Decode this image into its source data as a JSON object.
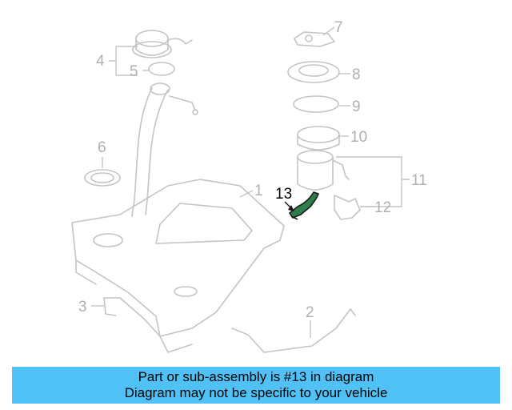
{
  "callouts": {
    "c1": "1",
    "c2": "2",
    "c3": "3",
    "c4": "4",
    "c5": "5",
    "c6": "6",
    "c7": "7",
    "c8": "8",
    "c9": "9",
    "c10": "10",
    "c11": "11",
    "c12": "12",
    "c13": "13"
  },
  "highlight_part": "13",
  "colors": {
    "banner": "#4fc1f5",
    "part_lines": "#c4c4c4",
    "highlight": "#1a1a1a",
    "highlight_fill": "#2e7d4a"
  },
  "banner": {
    "line1": "Part or sub-assembly is #13 in diagram",
    "line2": "Diagram may not be specific to your vehicle"
  }
}
